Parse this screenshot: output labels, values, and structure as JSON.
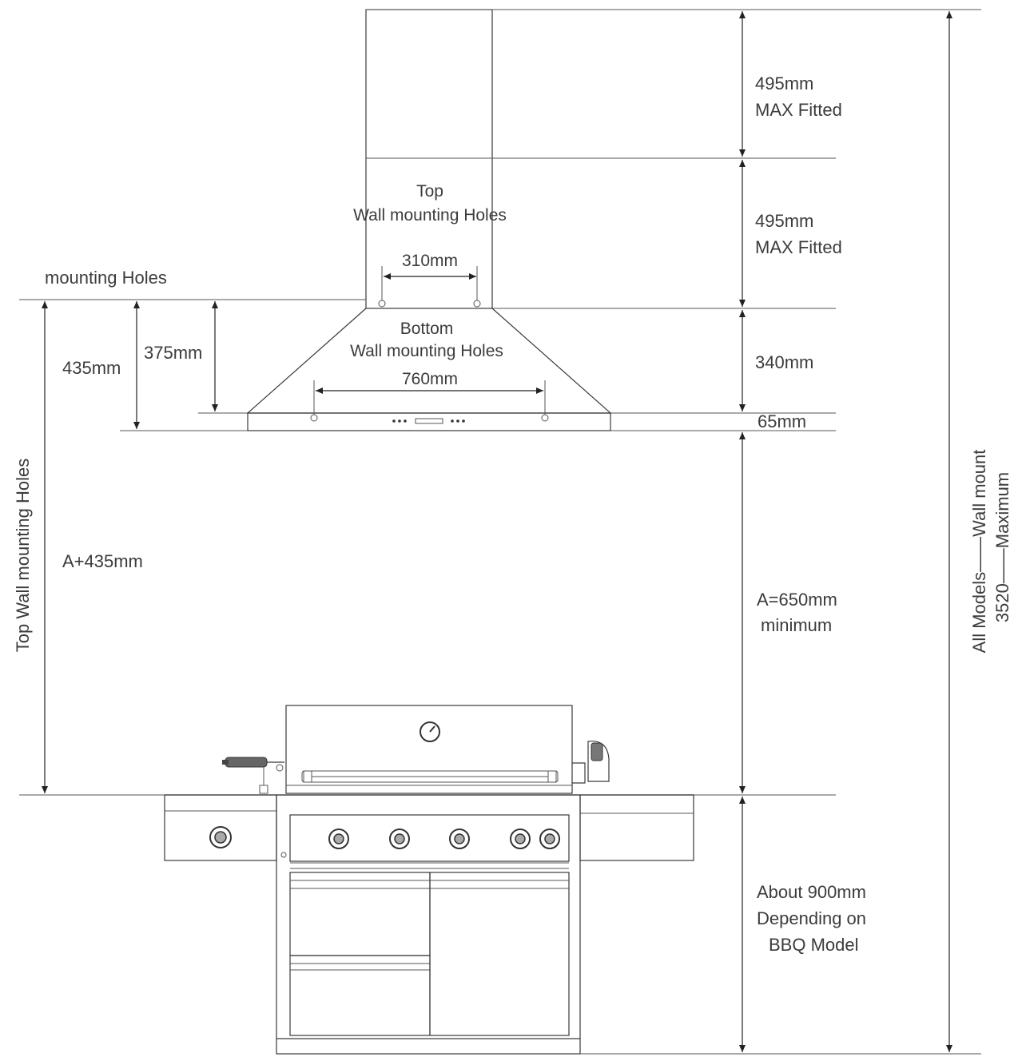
{
  "labels": {
    "top_section_1": [
      "495mm",
      "MAX Fitted"
    ],
    "top_section_2": [
      "495mm",
      "MAX Fitted"
    ],
    "top_holes": [
      "Top",
      "Wall mounting Holes"
    ],
    "top_holes_width": "310mm",
    "mounting_holes_partial": "mounting Holes",
    "bottom_holes": [
      "Bottom",
      "Wall mounting Holes"
    ],
    "bottom_holes_width": "760mm",
    "hood_height": "340mm",
    "hood_lip": "65mm",
    "left_435": "435mm",
    "left_375": "375mm",
    "a_plus": "A+435mm",
    "top_wall_vertical": "Top Wall mounting Holes",
    "a_min": [
      "A=650mm",
      "minimum"
    ],
    "bbq_height": [
      "About 900mm",
      "Depending on",
      "BBQ Model"
    ],
    "overall_line1": "All Models——Wall mount",
    "overall_line2": "3520——Maximum"
  }
}
